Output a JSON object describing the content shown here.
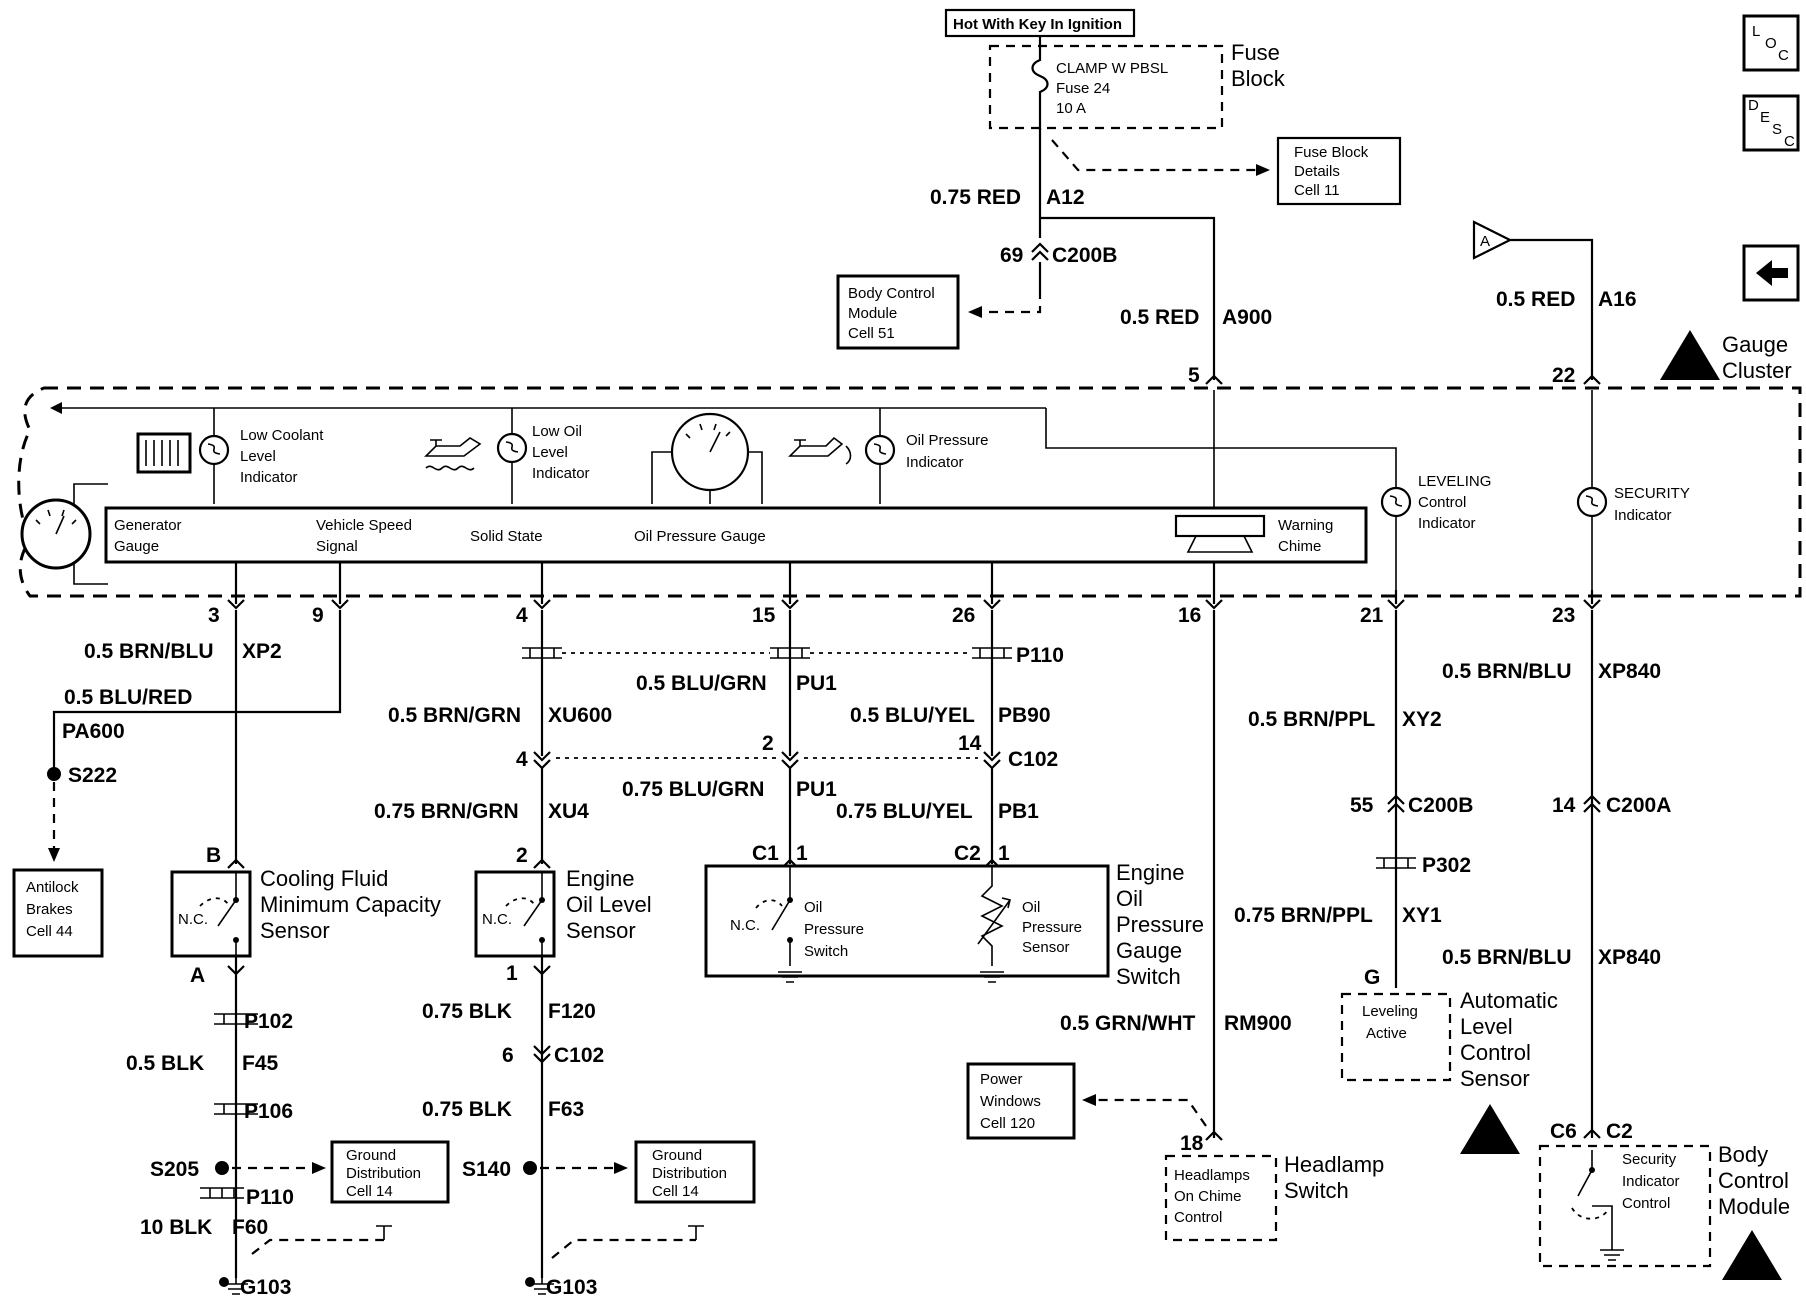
{
  "top": {
    "hot_label": "Hot With Key In Ignition",
    "fuse_line1": "CLAMP W PBSL",
    "fuse_line2": "Fuse 24",
    "fuse_line3": "10 A",
    "fuse_block_1": "Fuse",
    "fuse_block_2": "Block",
    "fb_details_1": "Fuse Block",
    "fb_details_2": "Details",
    "fb_details_3": "Cell 11",
    "bcm_ref_1": "Body Control",
    "bcm_ref_2": "Module",
    "bcm_ref_3": "Cell 51",
    "a_marker": "A"
  },
  "side_buttons": {
    "loc": [
      "L",
      "O",
      "C"
    ],
    "desc": [
      "D",
      "E",
      "S",
      "C"
    ]
  },
  "wires": {
    "a12": "0.75 RED",
    "a12_id": "A12",
    "a900": "0.5 RED",
    "a900_id": "A900",
    "a16": "0.5 RED",
    "a16_id": "A16",
    "xp2": "0.5 BRN/BLU",
    "xp2_id": "XP2",
    "pa600": "0.5 BLU/RED",
    "pa600_id": "PA600",
    "xu600": "0.5 BRN/GRN",
    "xu600_id": "XU600",
    "xu4": "0.75 BRN/GRN",
    "xu4_id": "XU4",
    "pu1a": "0.5 BLU/GRN",
    "pu1a_id": "PU1",
    "pu1b": "0.75 BLU/GRN",
    "pu1b_id": "PU1",
    "pb90": "0.5 BLU/YEL",
    "pb90_id": "PB90",
    "pb1": "0.75 BLU/YEL",
    "pb1_id": "PB1",
    "xy2": "0.5 BRN/PPL",
    "xy2_id": "XY2",
    "xy1": "0.75 BRN/PPL",
    "xy1_id": "XY1",
    "xp840a": "0.5 BRN/BLU",
    "xp840a_id": "XP840",
    "xp840b": "0.5 BRN/BLU",
    "xp840b_id": "XP840",
    "rm900": "0.5 GRN/WHT",
    "rm900_id": "RM900",
    "f45": "0.5 BLK",
    "f45_id": "F45",
    "f60": "10 BLK",
    "f60_id": "F60",
    "f120": "0.75 BLK",
    "f120_id": "F120",
    "f63": "0.75 BLK",
    "f63_id": "F63"
  },
  "connectors": {
    "c200b_top": "C200B",
    "c200b_top_pin": "69",
    "c200b_right": "C200B",
    "c200b_right_pin": "55",
    "c200a": "C200A",
    "c200a_pin": "14",
    "c102_mid": "C102",
    "c102_left_pin": "4",
    "c102_mid_pin": "2",
    "c102_right_pin": "14",
    "c102_low": "C102",
    "c102_low_pin": "6",
    "p110_top": "P110",
    "p302": "P302",
    "p102": "P102",
    "p106": "P106",
    "p110_low": "P110",
    "s222": "S222",
    "s205": "S205",
    "s140": "S140",
    "g103_a": "G103",
    "g103_b": "G103",
    "pin_5": "5",
    "pin_22": "22",
    "pin_3": "3",
    "pin_9": "9",
    "pin_4": "4",
    "pin_15": "15",
    "pin_26": "26",
    "pin_16": "16",
    "pin_21": "21",
    "pin_23": "23",
    "pin_b": "B",
    "pin_a": "A",
    "pin_2": "2",
    "pin_1": "1",
    "pin_c1": "C1",
    "pin_c1_1": "1",
    "pin_c2": "C2",
    "pin_c2_1": "1",
    "pin_g": "G",
    "pin_18": "18",
    "pin_c6": "C6",
    "pin_c2b": "C2"
  },
  "cluster": {
    "title_1": "Gauge",
    "title_2": "Cluster",
    "low_coolant": [
      "Low Coolant",
      "Level",
      "Indicator"
    ],
    "low_oil": [
      "Low Oil",
      "Level",
      "Indicator"
    ],
    "oil_pressure_ind": [
      "Oil Pressure",
      "Indicator"
    ],
    "leveling": [
      "LEVELING",
      "Control",
      "Indicator"
    ],
    "security": [
      "SECURITY",
      "Indicator"
    ],
    "generator": [
      "Generator",
      "Gauge"
    ],
    "vss": [
      "Vehicle Speed",
      "Signal"
    ],
    "solid_state": "Solid State",
    "oil_gauge": "Oil Pressure Gauge",
    "chime": [
      "Warning",
      "Chime"
    ]
  },
  "components": {
    "antilock": [
      "Antilock",
      "Brakes",
      "Cell 44"
    ],
    "cooling": [
      "Cooling Fluid",
      "Minimum Capacity",
      "Sensor"
    ],
    "nc": "N.C.",
    "engine_oil_level": [
      "Engine",
      "Oil Level",
      "Sensor"
    ],
    "oil_switch": [
      "Oil",
      "Pressure",
      "Switch"
    ],
    "oil_sensor": [
      "Oil",
      "Pressure",
      "Sensor"
    ],
    "eopgs": [
      "Engine",
      "Oil",
      "Pressure",
      "Gauge",
      "Switch"
    ],
    "gnd_dist_a": [
      "Ground",
      "Distribution",
      "Cell 14"
    ],
    "gnd_dist_b": [
      "Ground",
      "Distribution",
      "Cell 14"
    ],
    "power_windows": [
      "Power",
      "Windows",
      "Cell 120"
    ],
    "headlamp_ctrl": [
      "Headlamps",
      "On Chime",
      "Control"
    ],
    "headlamp_switch": [
      "Headlamp",
      "Switch"
    ],
    "leveling_active": [
      "Leveling",
      "Active"
    ],
    "alc_sensor": [
      "Automatic",
      "Level",
      "Control",
      "Sensor"
    ],
    "sec_ind_ctrl": [
      "Security",
      "Indicator",
      "Control"
    ],
    "bcm": [
      "Body",
      "Control",
      "Module"
    ]
  }
}
